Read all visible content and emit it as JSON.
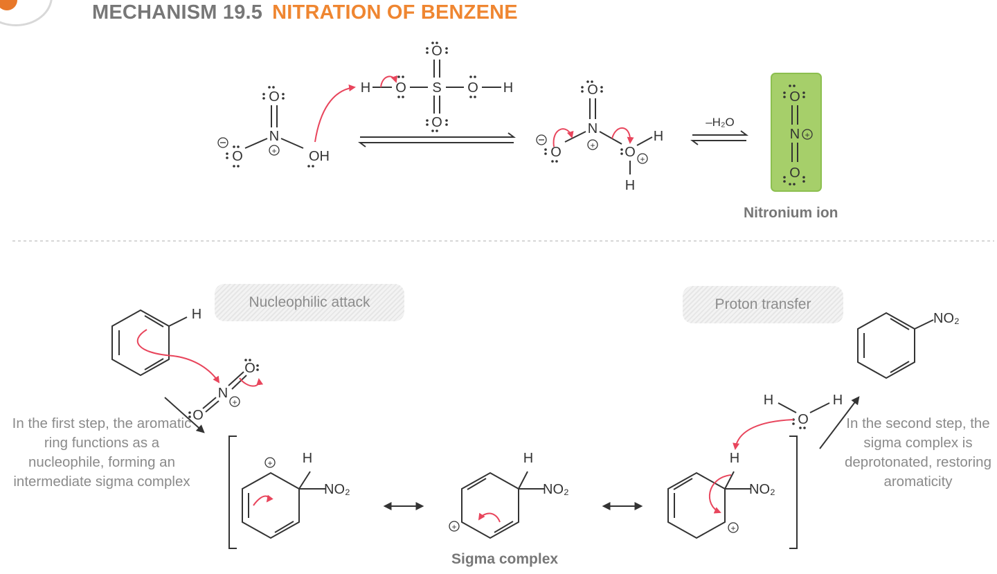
{
  "header": {
    "mechanism_number": "MECHANISM 19.5",
    "mechanism_name": "NITRATION OF BENZENE"
  },
  "step1": {
    "reagent_label": "–H₂O",
    "product_label": "Nitronium ion",
    "product_highlight_color": "#a6cf6a"
  },
  "step2": {
    "attack_label": "Nucleophilic attack",
    "transfer_label": "Proton transfer",
    "first_step_note": "In the first step, the aromatic ring functions as a nucleophile, forming an intermediate sigma complex",
    "second_step_note": "In the second step, the sigma complex is deprotonated, restoring aromaticity",
    "sigma_label": "Sigma complex",
    "substituent": "NO₂"
  },
  "colors": {
    "accent": "#ef8631",
    "title_gray": "#777777",
    "arrow_red": "#e8455c",
    "bond": "#3c3c3c"
  }
}
